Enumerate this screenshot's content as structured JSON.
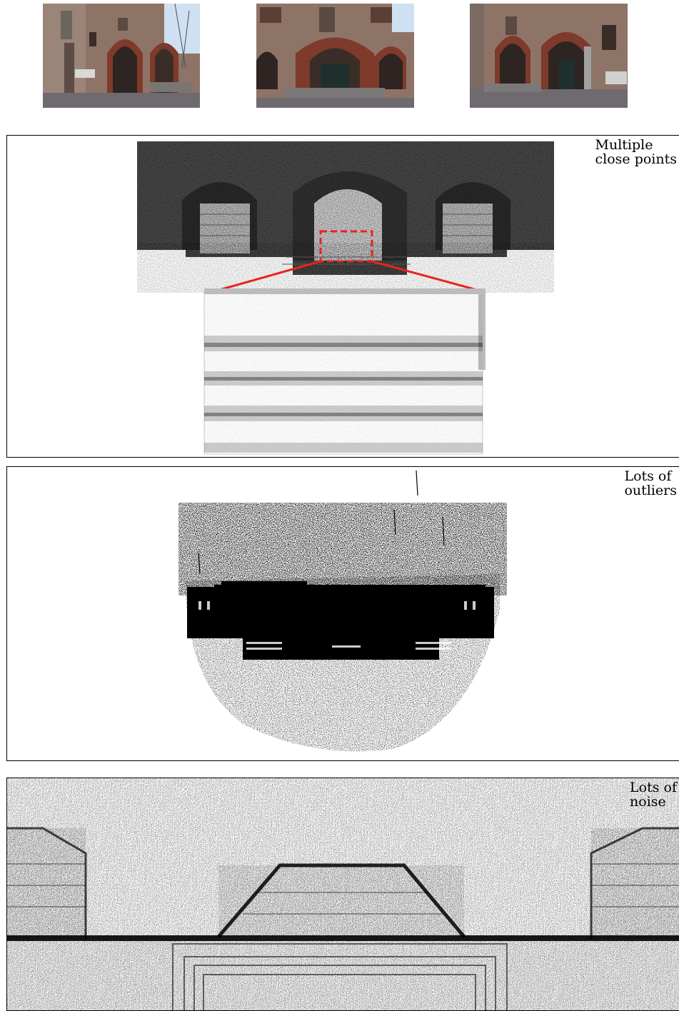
{
  "figure": {
    "panels": [
      {
        "id": "close",
        "label_lines": [
          "Multiple",
          "close points"
        ]
      },
      {
        "id": "outliers",
        "label_lines": [
          "Lots of",
          "outliers"
        ]
      },
      {
        "id": "noise",
        "label_lines": [
          "Lots of",
          "noise"
        ]
      }
    ],
    "colors": {
      "zoom_highlight": "#e8231f",
      "points": "#000000",
      "frame": "#000000",
      "sky": "#cfe0f2",
      "stone": "#8e7467",
      "stone_dark": "#5b3f35",
      "arch_red": "#7e3a2a",
      "ground": "#6f6a70"
    }
  }
}
